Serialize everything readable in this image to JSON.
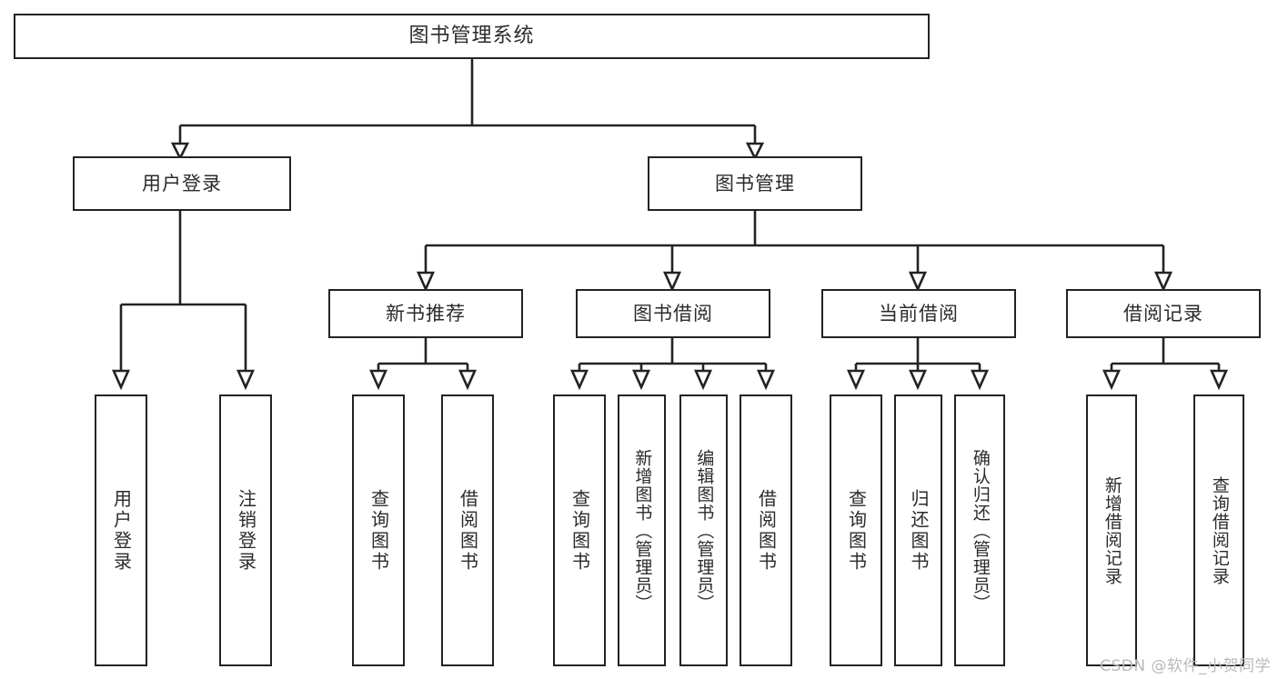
{
  "diagram": {
    "title": "图书管理系统",
    "type": "tree-hierarchy-chart",
    "watermark": "CSDN @软件_小贺同学",
    "colors": {
      "stroke": "#232323",
      "text": "#2b2b2b",
      "background": "#ffffff",
      "watermark": "#b9b9b9"
    },
    "levels": {
      "root": {
        "label": "图书管理系统"
      },
      "level2": [
        {
          "label": "用户登录"
        },
        {
          "label": "图书管理"
        }
      ],
      "level3": [
        {
          "label": "新书推荐"
        },
        {
          "label": "图书借阅"
        },
        {
          "label": "当前借阅"
        },
        {
          "label": "借阅记录"
        }
      ],
      "leaves": {
        "user_login": [
          {
            "label": "用户登录"
          },
          {
            "label": "注销登录"
          }
        ],
        "new_book_recommend": [
          {
            "label": "查询图书"
          },
          {
            "label": "借阅图书"
          }
        ],
        "book_borrow": [
          {
            "label": "查询图书"
          },
          {
            "label": "新增图书（管理员）"
          },
          {
            "label": "编辑图书（管理员）"
          },
          {
            "label": "借阅图书"
          }
        ],
        "current_borrow": [
          {
            "label": "查询图书"
          },
          {
            "label": "归还图书"
          },
          {
            "label": "确认归还（管理员）"
          }
        ],
        "borrow_record": [
          {
            "label": "新增借阅记录"
          },
          {
            "label": "查询借阅记录"
          }
        ]
      }
    }
  }
}
